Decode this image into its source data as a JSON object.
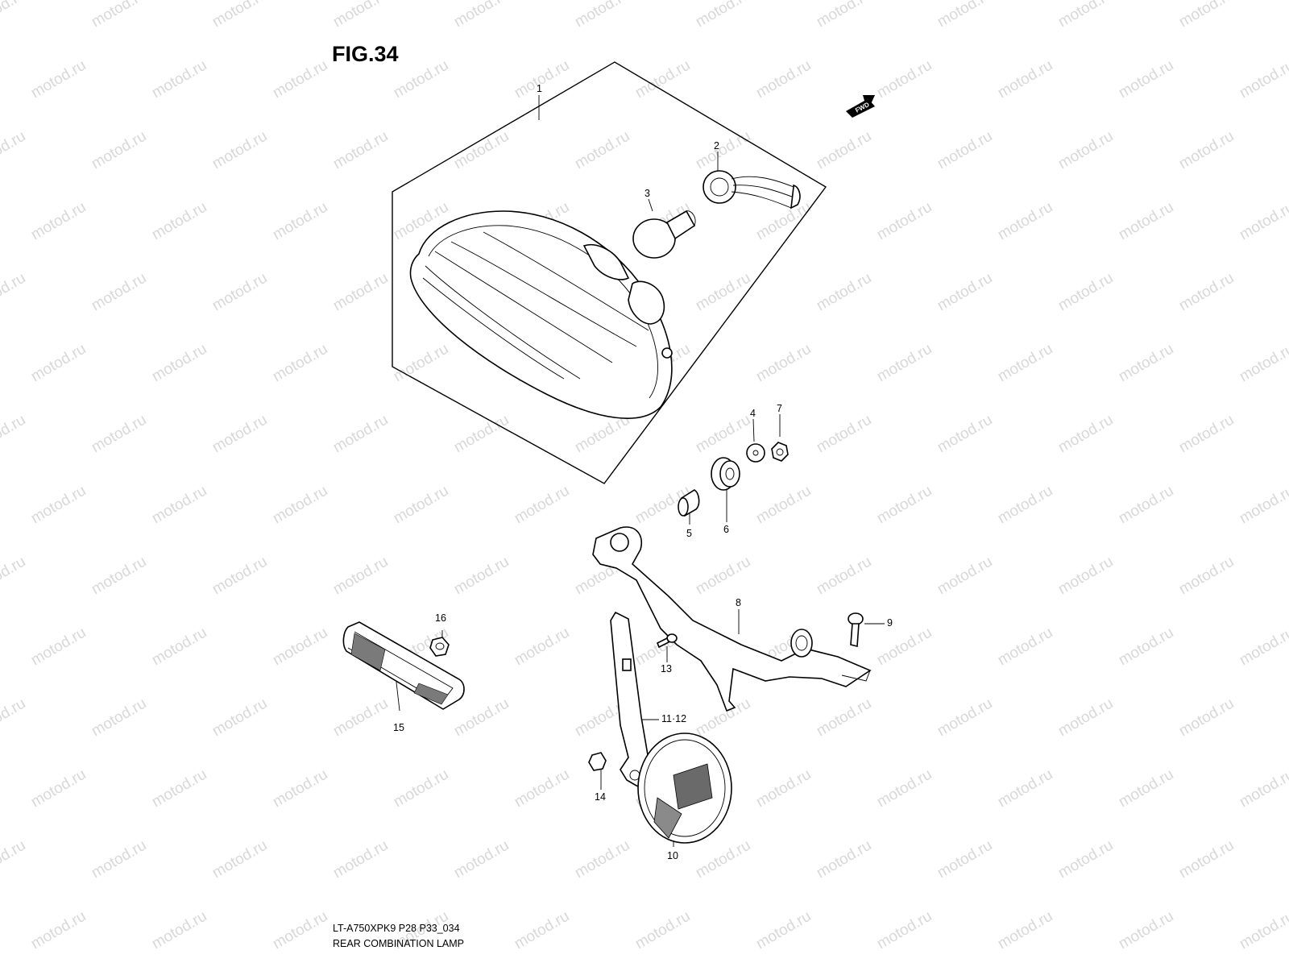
{
  "diagram": {
    "figure_label": "FIG.34",
    "watermark_text": "motod.ru",
    "fwd_badge": "FWD",
    "footer_code": "LT-A750XPK9 P28 P33_034",
    "footer_name": "REAR COMBINATION LAMP",
    "callouts": [
      "1",
      "2",
      "3",
      "4",
      "5",
      "6",
      "7",
      "8",
      "9",
      "10",
      "11·12",
      "13",
      "14",
      "15",
      "16"
    ]
  },
  "colors": {
    "line": "#000000",
    "watermark": "#d8d8d8",
    "background": "#ffffff"
  }
}
